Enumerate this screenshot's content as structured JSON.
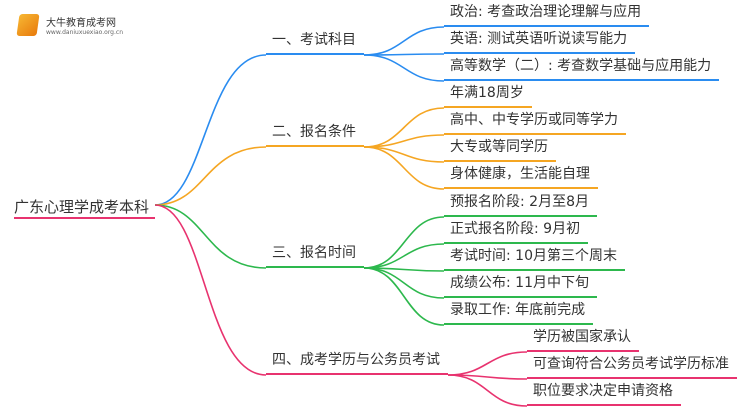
{
  "logo": {
    "name": "大牛教育成考网",
    "url": "www.daniuxuexiao.org.cn"
  },
  "root": "广东心理学成考本科",
  "colors": [
    "#2a8cf0",
    "#f5a623",
    "#2db84d",
    "#e8336f"
  ],
  "branches": [
    {
      "label": "一、考试科目",
      "items": [
        "政治: 考查政治理论理解与应用",
        "英语: 测试英语听说读写能力",
        "高等数学（二）: 考查数学基础与应用能力"
      ]
    },
    {
      "label": "二、报名条件",
      "items": [
        "年满18周岁",
        "高中、中专学历或同等学力",
        "大专或等同学历",
        "身体健康，生活能自理"
      ]
    },
    {
      "label": "三、报名时间",
      "items": [
        "预报名阶段: 2月至8月",
        "正式报名阶段: 9月初",
        "考试时间: 10月第三个周末",
        "成绩公布: 11月中下旬",
        "录取工作: 年底前完成"
      ]
    },
    {
      "label": "四、成考学历与公务员考试",
      "items": [
        "学历被国家承认",
        "可查询符合公务员考试学历标准",
        "职位要求决定申请资格"
      ]
    }
  ]
}
